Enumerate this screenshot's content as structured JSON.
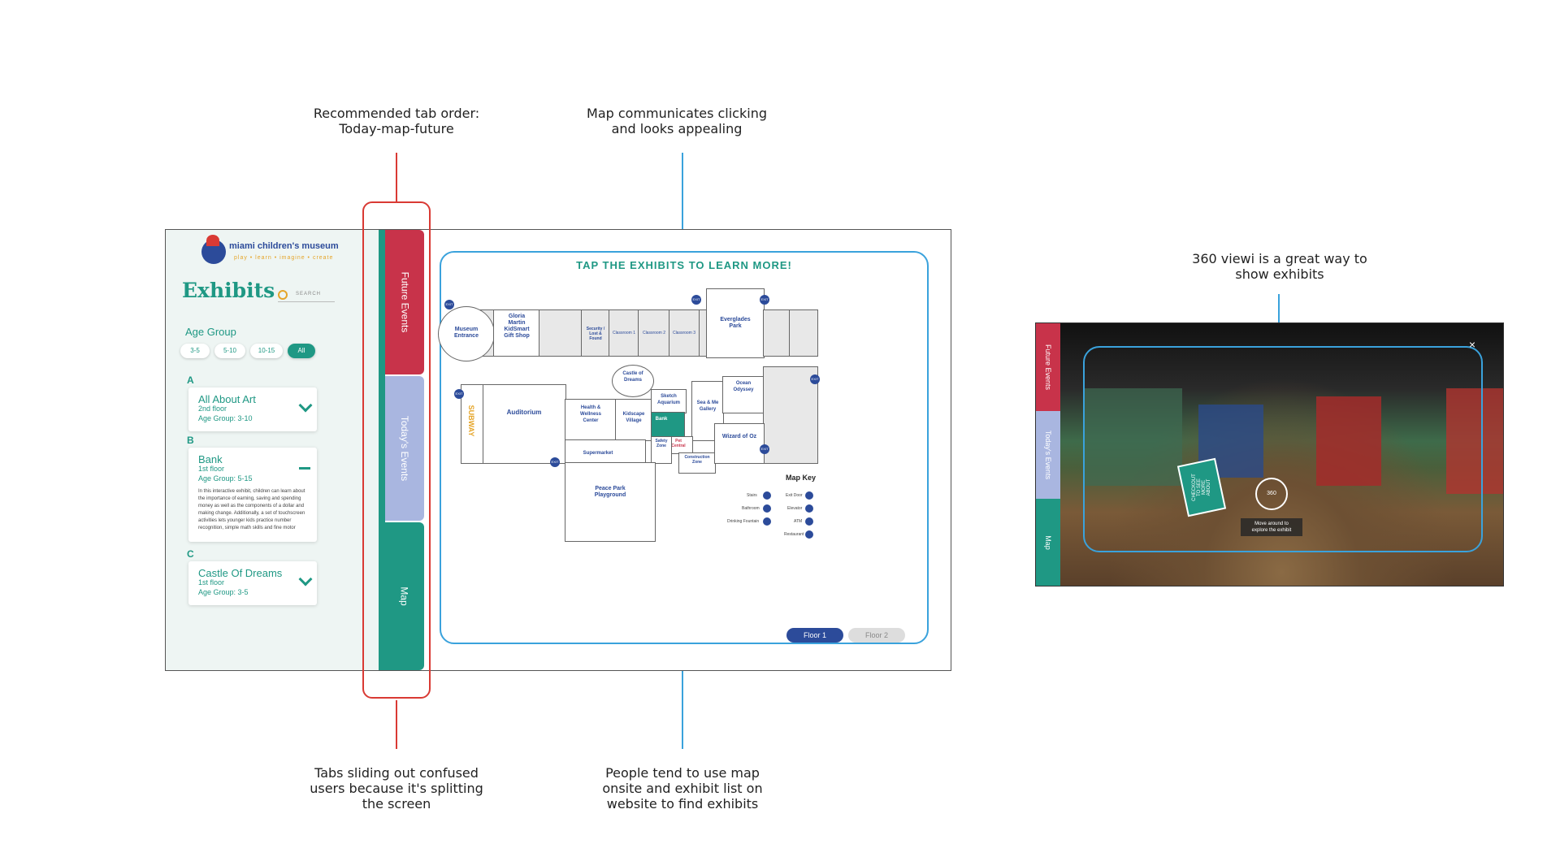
{
  "annotations": {
    "tab_order": "Recommended tab order:\nToday-map-future",
    "map_clicking": "Map communicates clicking\nand looks appealing",
    "view_360": "360 viewi is a great way to\nshow exhibits",
    "tabs_sliding": "Tabs sliding out confused\nusers because it's splitting\nthe screen",
    "map_onsite": "People tend to use map\nonsite and exhibit list on\nwebsite to find exhibits"
  },
  "logo": {
    "name": "miami children's museum",
    "tagline": "play • learn • imagine • create"
  },
  "exhibits": {
    "title": "Exhibits",
    "search_placeholder": "SEARCH",
    "age_group_label": "Age Group",
    "age_filters": [
      "3-5",
      "5-10",
      "10-15",
      "All"
    ],
    "active_filter": "All",
    "sections": [
      {
        "letter": "A",
        "title": "All About Art",
        "floor": "2nd floor",
        "age": "Age Group: 3-10",
        "expanded": false
      },
      {
        "letter": "B",
        "title": "Bank",
        "floor": "1st floor",
        "age": "Age Group: 5-15",
        "expanded": true,
        "description": "In this interactive exhibit, children can learn about the importance of earning, saving and spending money as well as the components of a dollar and making change. Additionally, a set of touchscreen activities lets younger kids practice number recognition, simple math skills and fine motor"
      },
      {
        "letter": "C",
        "title": "Castle Of Dreams",
        "floor": "1st floor",
        "age": "Age Group: 3-5",
        "expanded": false
      }
    ]
  },
  "tabs": {
    "future": "Future Events",
    "today": "Today's Events",
    "map": "Map"
  },
  "colors": {
    "teal": "#1f9884",
    "red": "#c8334a",
    "lavender": "#a9b6e0",
    "blue_outline": "#3aa2dc",
    "navy": "#2c4b9a"
  },
  "map": {
    "heading": "TAP THE EXHIBITS TO LEARN MORE!",
    "rooms": {
      "entrance": "Museum\nEntrance",
      "gift_shop": "Gloria\nMartin\nKidSmart\nGift Shop",
      "security": "Security /\nLost &\nFound",
      "classroom1": "Classroom 1",
      "classroom2": "Classroom 2",
      "classroom3": "Classroom 3",
      "everglades": "Everglades\nPark",
      "castle": "Castle of\nDreams",
      "auditorium": "Auditorium",
      "health": "Health &\nWellness\nCenter",
      "kidscape": "Kidscape\nVillage",
      "sketch": "Sketch\nAquarium",
      "bank": "Bank",
      "sea_me": "Sea & Me\nGallery",
      "ocean": "Ocean\nOdyssey",
      "pet": "Pet\nCentral",
      "safety": "Safety\nZone",
      "construction": "Construction\nZone",
      "wizard": "Wizard of Oz",
      "supermarket": "Supermarket",
      "peace_park": "Peace Park\nPlayground",
      "subway": "SUBWAY"
    },
    "exit_label": "EXIT",
    "key_title": "Map Key",
    "key_items": [
      "Stairs",
      "Bathroom",
      "Drinking Fountain",
      "Exit Door",
      "Elevator",
      "ATM",
      "Restaurant"
    ],
    "floors": [
      "Floor 1",
      "Floor 2"
    ],
    "active_floor": "Floor 1"
  },
  "view360": {
    "tabs": [
      "Future Events",
      "Today's Events",
      "Map"
    ],
    "sign_text": "CHECKOUT\nTO SEE\nMORE\nABOUT",
    "badge": "360",
    "hint": "Move around to\nexplore the exhibit",
    "close": "×"
  }
}
